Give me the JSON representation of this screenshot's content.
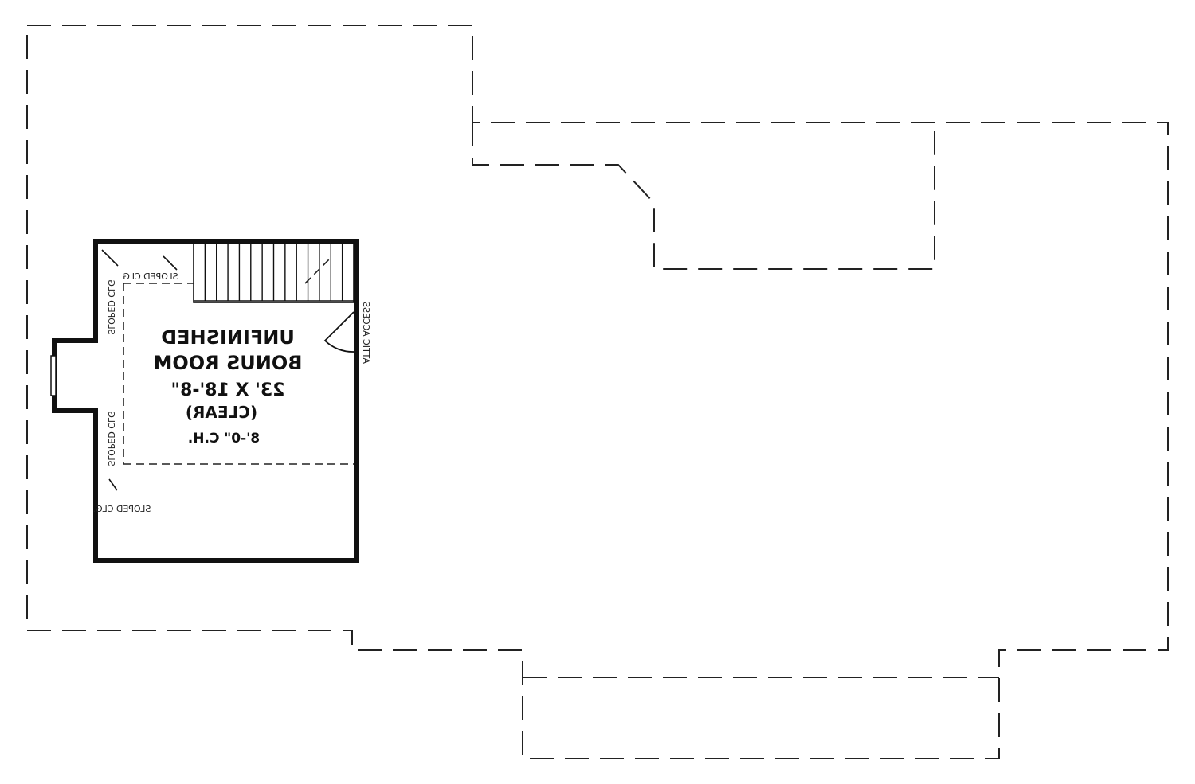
{
  "room": {
    "name_line1": "UNFINISHED",
    "name_line2": "BONUS ROOM",
    "dimensions": "23' X 18'-8\"",
    "clear": "(CLEAR)",
    "ceiling_height": "8'-0\" C.H."
  },
  "labels": {
    "attic_access": "ATTIC ACCESS",
    "sloped_clg_top": "SLOPED CLG",
    "sloped_clg_left_upper": "SLOPED CLG",
    "sloped_clg_left_lower": "SLOPED CLG",
    "sloped_clg_bottom": "SLOPED CLG."
  }
}
